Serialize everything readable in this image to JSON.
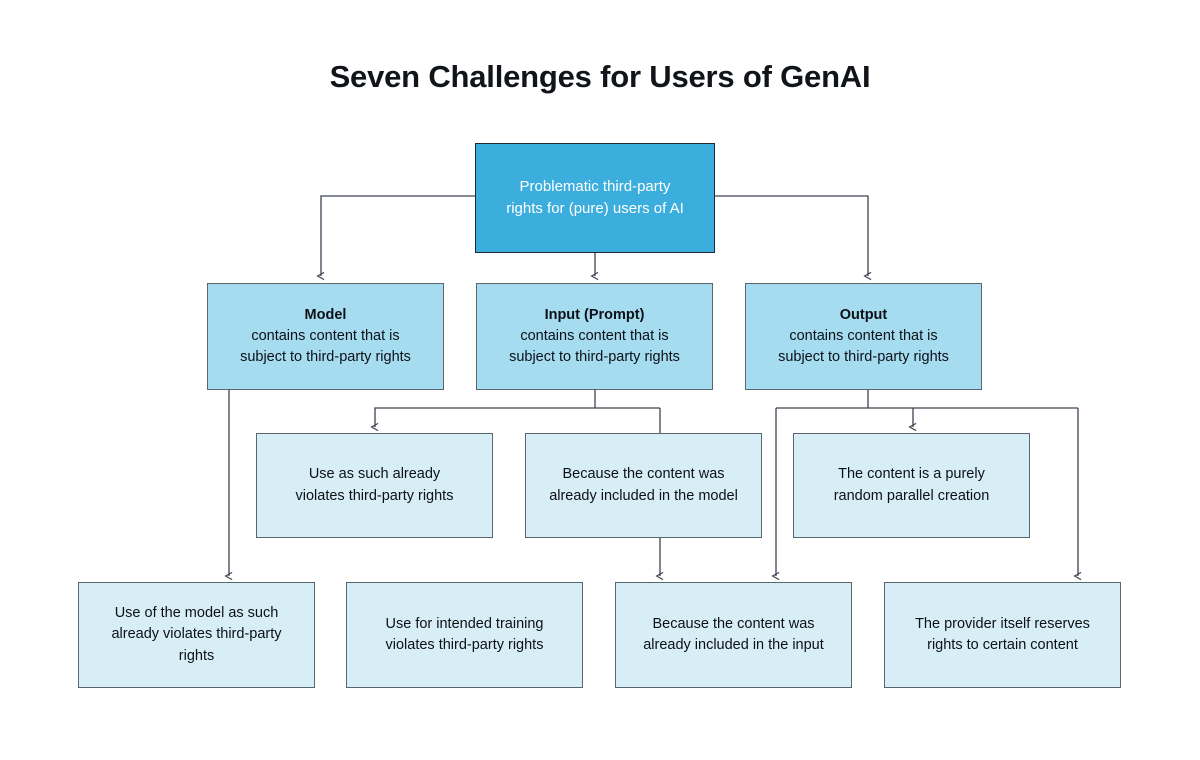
{
  "title": "Seven Challenges for Users of GenAI",
  "colors": {
    "root_fill": "#3BAEDE",
    "root_text": "#FFFFFF",
    "level1_fill": "#A5DCEF",
    "level2_fill": "#D8EEF6",
    "level3_fill": "#D8EEF6",
    "box_border": "#5A6570",
    "connector": "#3D4450",
    "background": "#FFFFFF",
    "title_text": "#111418"
  },
  "nodes": {
    "root": {
      "line1": "Problematic third-party",
      "line2": "rights for (pure) users of AI"
    },
    "level1": [
      {
        "id": "model",
        "head": "Model",
        "line1": "contains content that is",
        "line2": "subject to third-party rights"
      },
      {
        "id": "input",
        "head": "Input (Prompt)",
        "line1": "contains content that is",
        "line2": "subject to third-party rights"
      },
      {
        "id": "output",
        "head": "Output",
        "line1": "contains content that is",
        "line2": "subject to third-party rights"
      }
    ],
    "level2": [
      {
        "id": "use-as-such",
        "line1": "Use as such already",
        "line2": "violates third-party rights",
        "line3": ""
      },
      {
        "id": "content-in-model",
        "line1": "Because the content was",
        "line2": "already included in the model",
        "line3": ""
      },
      {
        "id": "random-parallel-creation",
        "line1": "The content is a purely",
        "line2": "random parallel creation",
        "line3": ""
      }
    ],
    "level3": [
      {
        "id": "use-of-model",
        "line1": "Use of the model as such",
        "line2": "already violates third-party",
        "line3": "rights"
      },
      {
        "id": "intended-training",
        "line1": "Use for intended training",
        "line2": "violates third-party rights",
        "line3": ""
      },
      {
        "id": "content-in-input",
        "line1": "Because the content was",
        "line2": "already included in the input",
        "line3": ""
      },
      {
        "id": "provider-reserves-rights",
        "line1": "The provider itself reserves",
        "line2": "rights to certain content",
        "line3": ""
      }
    ]
  },
  "edges": [
    {
      "from": "root",
      "to": "model"
    },
    {
      "from": "root",
      "to": "input"
    },
    {
      "from": "root",
      "to": "output"
    },
    {
      "from": "model",
      "to": "use-as-such"
    },
    {
      "from": "model",
      "to": "use-of-model"
    },
    {
      "from": "input",
      "to": "content-in-model"
    },
    {
      "from": "input",
      "to": "intended-training"
    },
    {
      "from": "output",
      "to": "random-parallel-creation"
    },
    {
      "from": "output",
      "to": "content-in-input"
    },
    {
      "from": "output",
      "to": "provider-reserves-rights"
    }
  ]
}
